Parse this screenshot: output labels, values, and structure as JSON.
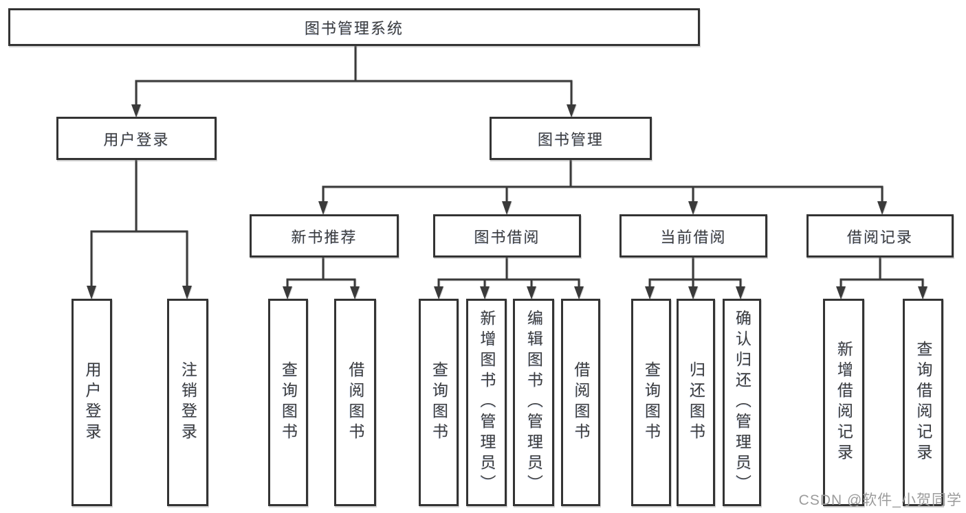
{
  "colors": {
    "line": "#3a3a3a",
    "node_border": "#333333",
    "node_text": "#3c3c3c",
    "watermark": "#9c9c9c",
    "background": "#ffffff"
  },
  "watermark": "CSDN @软件_小贺同学",
  "diagram": {
    "root": {
      "label": "图书管理系统",
      "children": [
        {
          "label": "用户登录",
          "children": [
            {
              "label": "用户登录"
            },
            {
              "label": "注销登录"
            }
          ]
        },
        {
          "label": "图书管理",
          "children": [
            {
              "label": "新书推荐",
              "children": [
                {
                  "label": "查询图书"
                },
                {
                  "label": "借阅图书"
                }
              ]
            },
            {
              "label": "图书借阅",
              "children": [
                {
                  "label": "查询图书"
                },
                {
                  "label": "新增图书（管理员）"
                },
                {
                  "label": "编辑图书（管理员）"
                },
                {
                  "label": "借阅图书"
                }
              ]
            },
            {
              "label": "当前借阅",
              "children": [
                {
                  "label": "查询图书"
                },
                {
                  "label": "归还图书"
                },
                {
                  "label": "确认归还（管理员）"
                }
              ]
            },
            {
              "label": "借阅记录",
              "children": [
                {
                  "label": "新增借阅记录"
                },
                {
                  "label": "查询借阅记录"
                }
              ]
            }
          ]
        }
      ]
    }
  }
}
